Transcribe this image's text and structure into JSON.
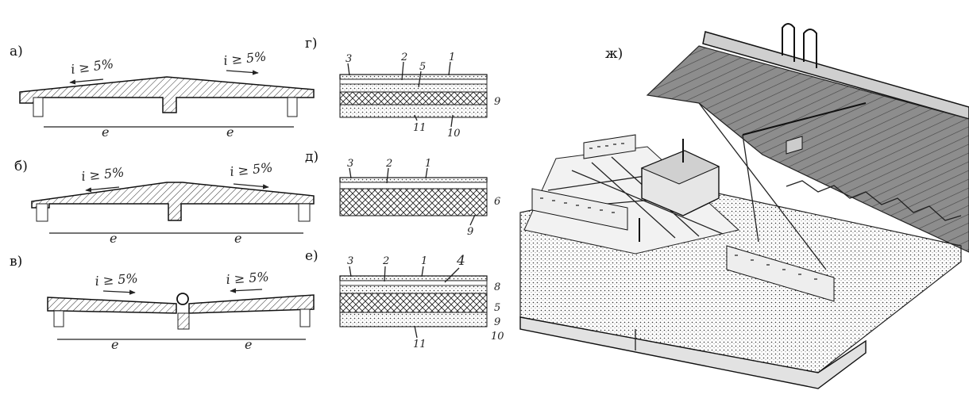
{
  "panels": {
    "a": {
      "label": "а)",
      "slope_left": "i ≥ 5%",
      "slope_right": "i ≥ 5%",
      "span_left": "e",
      "span_right": "e"
    },
    "b": {
      "label": "б)",
      "slope_left": "i ≥ 5%",
      "slope_right": "i ≥ 5%",
      "span_left": "e",
      "span_right": "e"
    },
    "v": {
      "label": "в)",
      "slope_left": "i ≥ 5%",
      "slope_right": "i ≥ 5%",
      "span_left": "e",
      "span_right": "e"
    },
    "g": {
      "label": "г)",
      "n3": "3",
      "n2": "2",
      "n5": "5",
      "n1": "1",
      "n9": "9",
      "n11": "11",
      "n10": "10"
    },
    "d": {
      "label": "д)",
      "n3": "3",
      "n2": "2",
      "n1": "1",
      "n6": "6",
      "n9": "9"
    },
    "e": {
      "label": "е)",
      "n3": "3",
      "n2": "2",
      "n1": "1",
      "n4": "4",
      "n8": "8",
      "n5": "5",
      "n9": "9",
      "n11": "11",
      "n10": "10"
    },
    "zh": {
      "label": "ж)"
    }
  }
}
